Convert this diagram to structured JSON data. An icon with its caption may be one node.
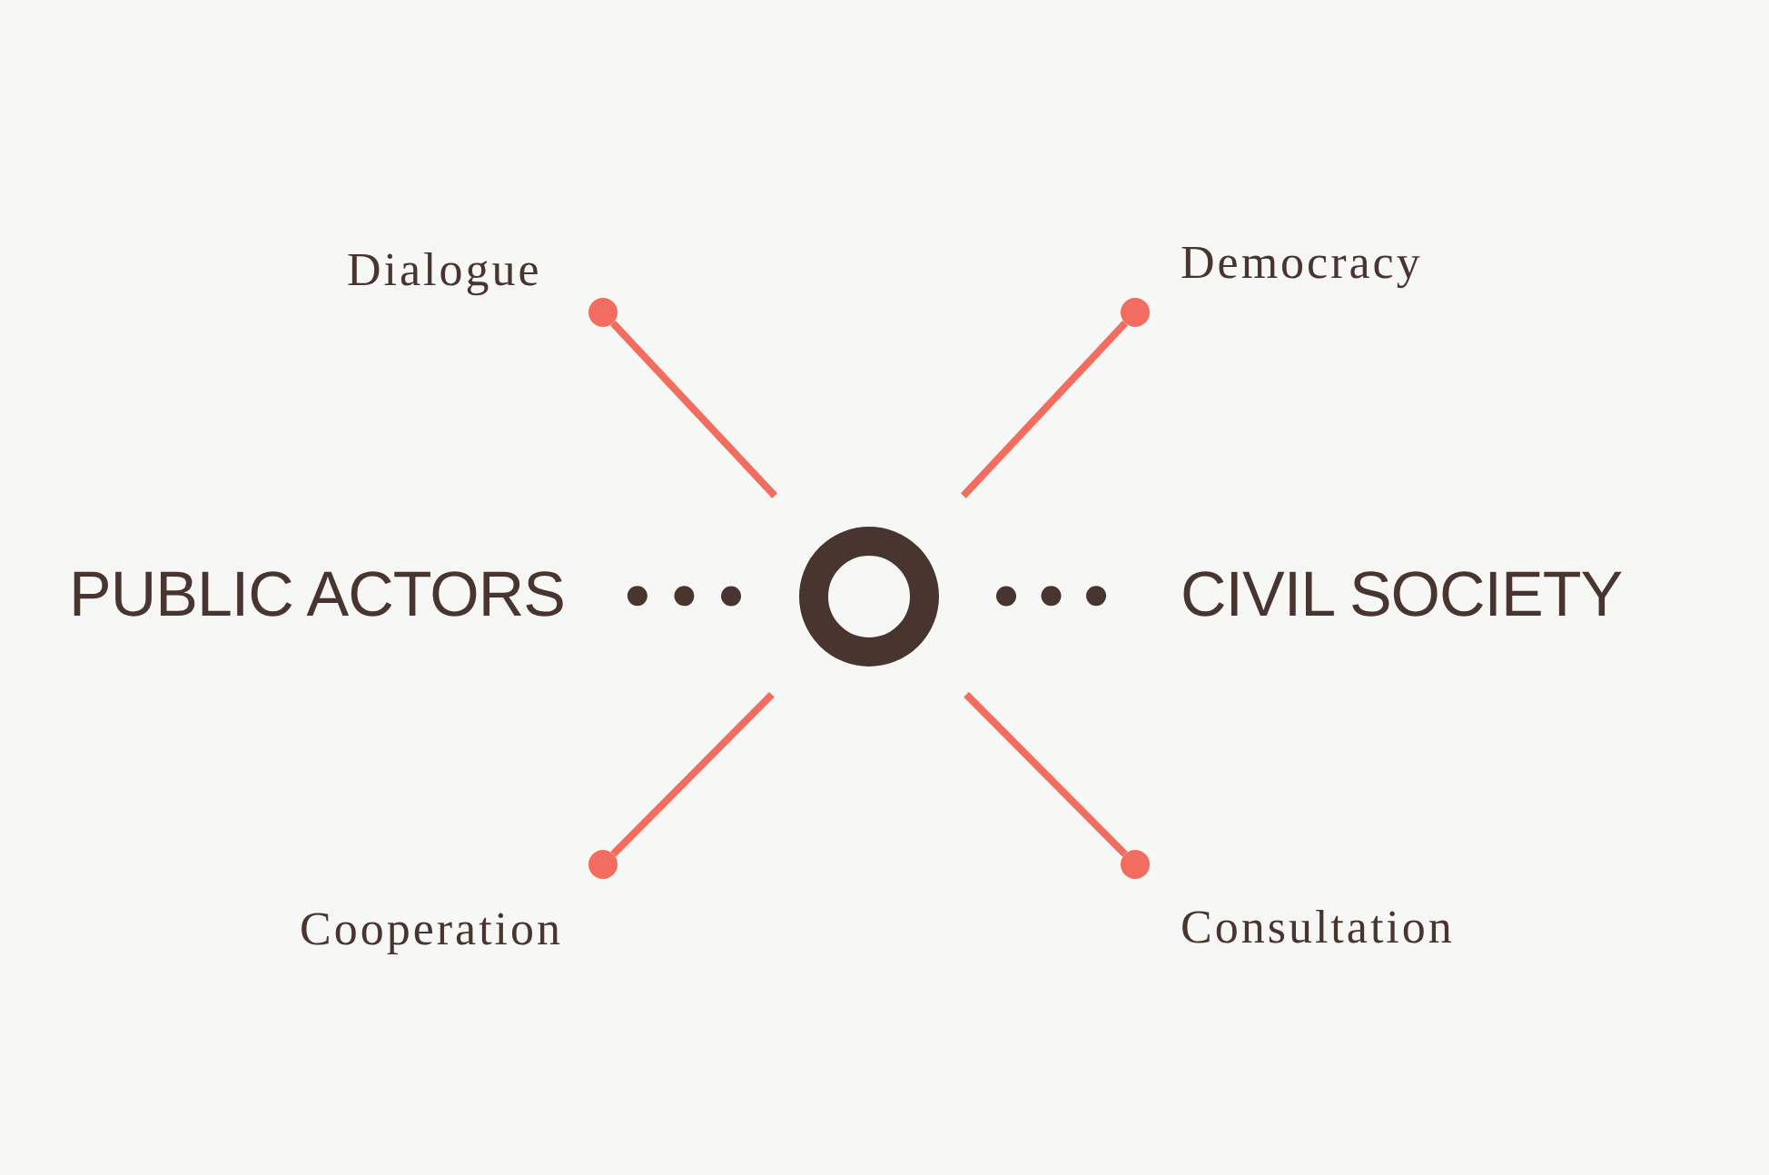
{
  "diagram": {
    "nodes": [
      {
        "text": [],
        "shape": "circle",
        "beside": [
          "Dialogue"
        ]
      },
      {
        "text": [],
        "shape": "circle",
        "beside": [
          "Democracy"
        ]
      },
      {
        "text": [
          "PUBLIC ACTORS"
        ]
      },
      {
        "text": [],
        "shape": "circle"
      },
      {
        "text": [
          "CIVIL SOCIETY"
        ]
      },
      {
        "text": [],
        "shape": "circle",
        "beside": [
          "Cooperation"
        ]
      },
      {
        "text": [],
        "shape": "circle",
        "beside": [
          "Consultation"
        ]
      }
    ],
    "edges": [
      {
        "from": 2,
        "to": 3,
        "arrow": "none",
        "style": "dashed",
        "color": "#48352f"
      },
      {
        "from": 3,
        "to": 4,
        "arrow": "none",
        "style": "dashed",
        "color": "#48352f"
      },
      {
        "from": 3,
        "to": 0,
        "arrow": "none"
      },
      {
        "from": 3,
        "to": 1,
        "arrow": "none"
      },
      {
        "from": 3,
        "to": 5,
        "arrow": "none"
      },
      {
        "from": 3,
        "to": 6,
        "arrow": "none"
      }
    ]
  }
}
